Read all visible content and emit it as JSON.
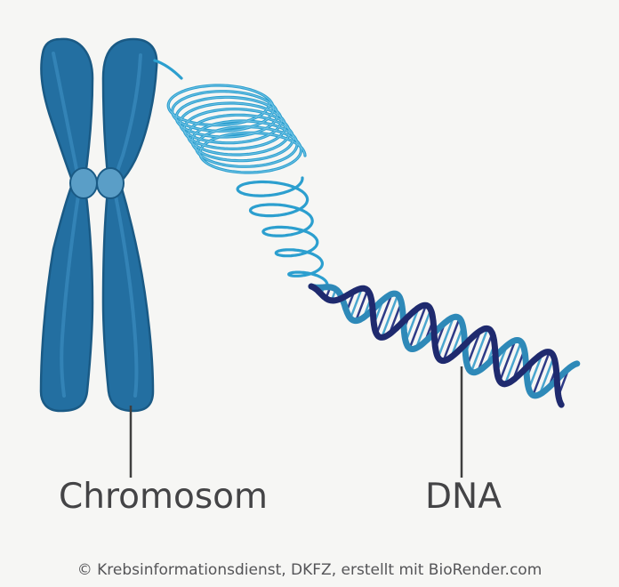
{
  "labels": {
    "chromosome": "Chromosom",
    "dna": "DNA"
  },
  "credit": "© Krebsinformationsdienst, DKFZ, erstellt mit BioRender.com",
  "colors": {
    "background": "#f6f6f4",
    "chromatid_fill": "#236fa1",
    "chromatid_outline": "#1a5a85",
    "chromatid_highlight": "#3585b8",
    "centromere": "#5a9ec7",
    "chromatin_fiber": "#2c9fcf",
    "dna_strand_dark": "#1f2a6e",
    "dna_strand_light": "#2e89b8",
    "leader_line": "#3f3f3f",
    "label_text": "#444446"
  }
}
